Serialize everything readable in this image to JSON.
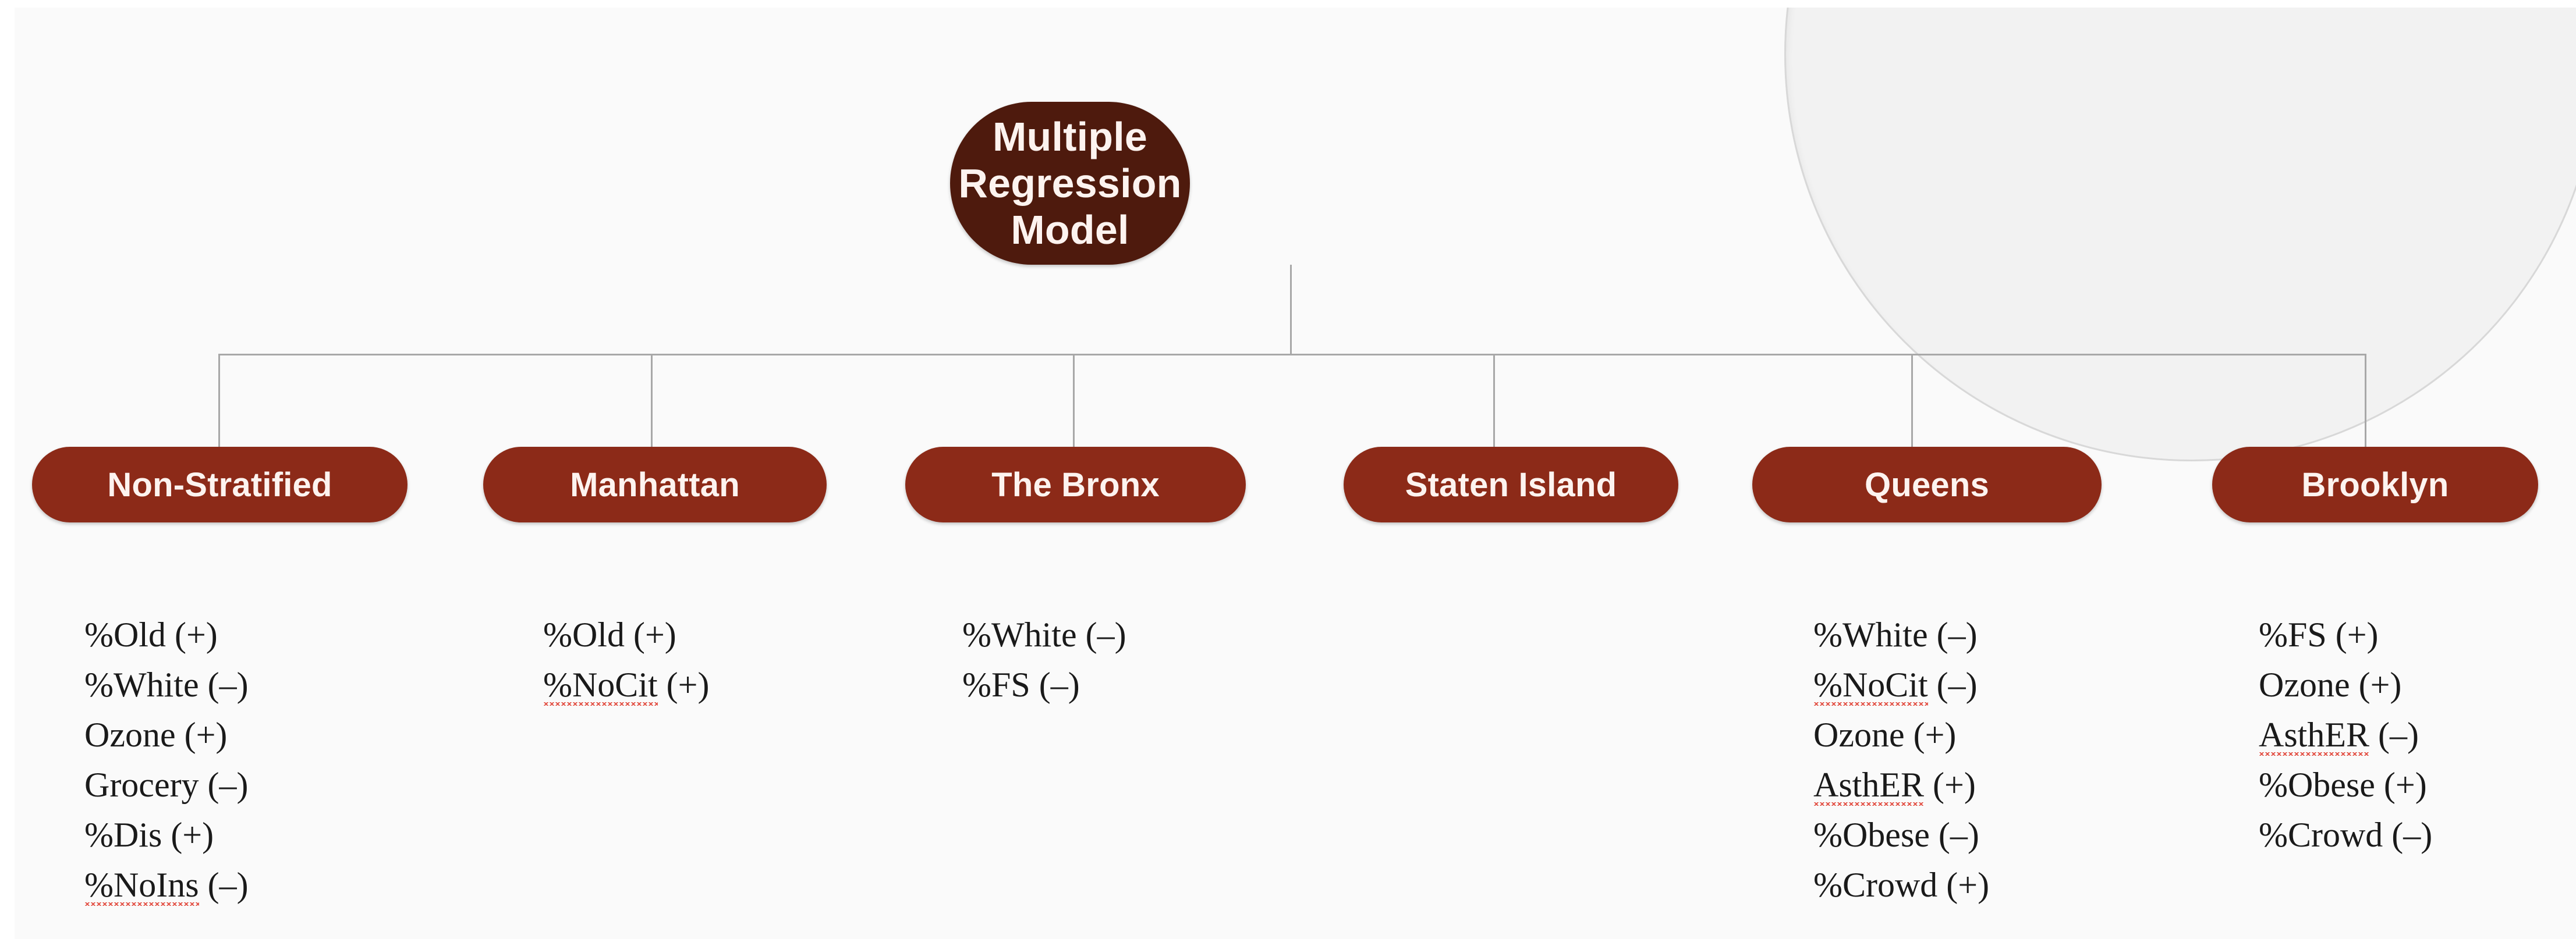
{
  "diagram": {
    "type": "tree",
    "root": {
      "label": "Multiple Regression Model"
    },
    "children": [
      {
        "label": "Non-Stratified",
        "variables": [
          {
            "name": "%Old",
            "sign": "(+)",
            "text": "%Old (+)",
            "misspelled": false
          },
          {
            "name": "%White",
            "sign": "(–)",
            "text": "%White (–)",
            "misspelled": false
          },
          {
            "name": "Ozone",
            "sign": "(+)",
            "text": "Ozone (+)",
            "misspelled": false
          },
          {
            "name": "Grocery",
            "sign": "(–)",
            "text": "Grocery (–)",
            "misspelled": false
          },
          {
            "name": "%Dis",
            "sign": "(+)",
            "text": "%Dis (+)",
            "misspelled": false
          },
          {
            "name": "%NoIns",
            "sign": "(–)",
            "text": "%NoIns (–)",
            "misspelled": true
          }
        ]
      },
      {
        "label": "Manhattan",
        "variables": [
          {
            "name": "%Old",
            "sign": "(+)",
            "text": "%Old (+)",
            "misspelled": false
          },
          {
            "name": "%NoCit",
            "sign": "(+)",
            "text": "%NoCit (+)",
            "misspelled": true
          }
        ]
      },
      {
        "label": "The Bronx",
        "variables": [
          {
            "name": "%White",
            "sign": "(–)",
            "text": "%White (–)",
            "misspelled": false
          },
          {
            "name": "%FS",
            "sign": "(–)",
            "text": "%FS (–)",
            "misspelled": false
          }
        ]
      },
      {
        "label": "Staten Island",
        "variables": []
      },
      {
        "label": "Queens",
        "variables": [
          {
            "name": "%White",
            "sign": "(–)",
            "text": "%White (–)",
            "misspelled": false
          },
          {
            "name": "%NoCit",
            "sign": "(–)",
            "text": "%NoCit (–)",
            "misspelled": true
          },
          {
            "name": "Ozone",
            "sign": "(+)",
            "text": "Ozone (+)",
            "misspelled": false
          },
          {
            "name": "AsthER",
            "sign": "(+)",
            "text": "AsthER (+)",
            "misspelled": true
          },
          {
            "name": "%Obese",
            "sign": "(–)",
            "text": "%Obese (–)",
            "misspelled": false
          },
          {
            "name": "%Crowd",
            "sign": "(+)",
            "text": "%Crowd (+)",
            "misspelled": false
          }
        ]
      },
      {
        "label": "Brooklyn",
        "variables": [
          {
            "name": "%FS",
            "sign": "(+)",
            "text": "%FS (+)",
            "misspelled": false
          },
          {
            "name": "Ozone",
            "sign": "(+)",
            "text": "Ozone (+)",
            "misspelled": false
          },
          {
            "name": "AsthER",
            "sign": "(–)",
            "text": "AsthER (–)",
            "misspelled": true
          },
          {
            "name": "%Obese",
            "sign": "(+)",
            "text": "%Obese (+)",
            "misspelled": false
          },
          {
            "name": "%Crowd",
            "sign": "(–)",
            "text": "%Crowd (–)",
            "misspelled": false
          }
        ]
      }
    ]
  },
  "colors": {
    "root_fill": "#4e1a0d",
    "child_fill": "#8c2a18",
    "node_text": "#fdf3ef",
    "connector": "#a8a8a8",
    "canvas_bg": "#fafafa",
    "list_text": "#1a1a1a",
    "spellcheck_underline": "#e24b3f"
  }
}
